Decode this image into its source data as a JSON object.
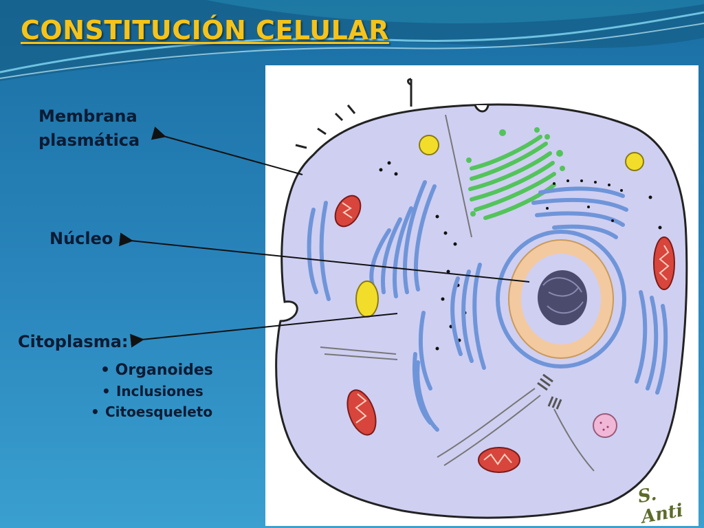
{
  "slide": {
    "title": "CONSTITUCIÓN CELULAR",
    "labels": {
      "membrane_line1": "Membrana",
      "membrane_line2": "plasmática",
      "nucleus": "Núcleo",
      "cytoplasm": "Citoplasma:"
    },
    "cytoplasm_items": [
      "Organoides",
      "Inclusiones",
      "Citoesqueleto"
    ],
    "bullet_glyph": "•",
    "signature": "S. Anti"
  },
  "colors": {
    "title": "#f6c31a",
    "label_text": "#0c1b33",
    "cytoplasm_fill": "#cfcff2",
    "golgi": "#53c45a",
    "er": "#6f95d9",
    "mitochondria": "#d8453c",
    "lipid_droplet": "#f2de2a",
    "nuclear_envelope": "#f3c9a0",
    "chromatin": "#4b4b6e",
    "lysosome": "#f0b8d6"
  }
}
